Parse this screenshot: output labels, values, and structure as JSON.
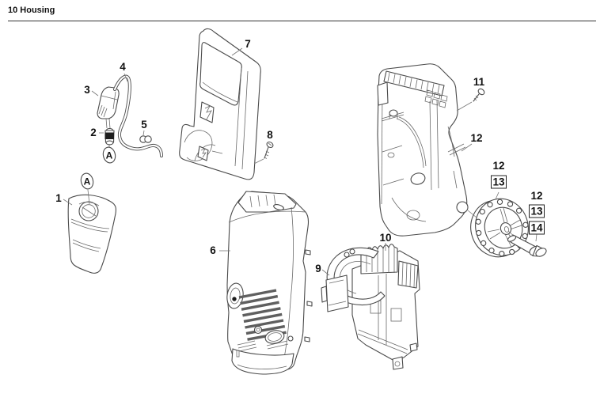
{
  "page": {
    "section_title": "10 Housing"
  },
  "diagram": {
    "part_labels": [
      {
        "ref": "1",
        "style": "plain"
      },
      {
        "ref": "2",
        "style": "plain"
      },
      {
        "ref": "3",
        "style": "plain"
      },
      {
        "ref": "4",
        "style": "plain"
      },
      {
        "ref": "5",
        "style": "plain"
      },
      {
        "ref": "6",
        "style": "plain"
      },
      {
        "ref": "7",
        "style": "plain"
      },
      {
        "ref": "8",
        "style": "plain"
      },
      {
        "ref": "9",
        "style": "plain"
      },
      {
        "ref": "10",
        "style": "plain"
      },
      {
        "ref": "11",
        "style": "plain"
      },
      {
        "ref": "12",
        "style": "plain"
      },
      {
        "ref": "12",
        "style": "plain"
      },
      {
        "ref": "13",
        "style": "boxed"
      },
      {
        "ref": "12",
        "style": "plain"
      },
      {
        "ref": "13",
        "style": "boxed"
      },
      {
        "ref": "14",
        "style": "boxed"
      }
    ],
    "view_markers": [
      {
        "ref": "A"
      },
      {
        "ref": "A"
      }
    ],
    "colors": {
      "line": "#4a4a4a",
      "label": "#111111",
      "background": "#ffffff"
    }
  }
}
